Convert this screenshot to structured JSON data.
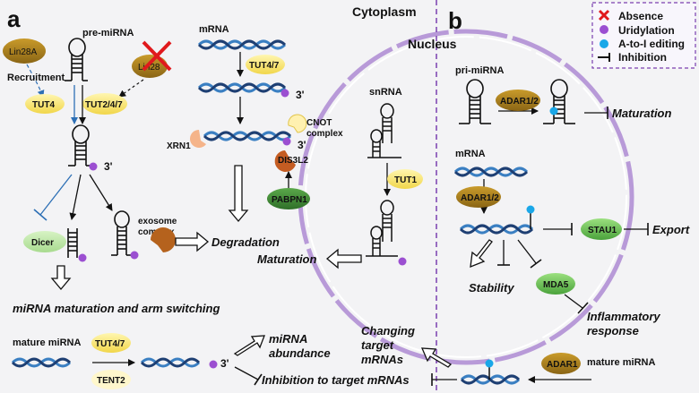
{
  "panels": {
    "a": "a",
    "b": "b"
  },
  "compartments": {
    "cytoplasm": "Cytoplasm",
    "nucleus": "Nucleus"
  },
  "legend": {
    "absence": "Absence",
    "uridylation": "Uridylation",
    "editing": "A-to-I editing",
    "inhibition": "Inhibition",
    "colors": {
      "absence": "#e0191c",
      "uridylation": "#9b4fd1",
      "editing": "#1aa7e8",
      "border": "#7b3fb0"
    }
  },
  "a": {
    "lin28a": "Lin28A",
    "pre_mirna": "pre-miRNA",
    "lin28": "Lin28",
    "recruitment": "Recruitment",
    "tut4": "TUT4",
    "tut247": "TUT2/4/7",
    "three_prime_1": "3'",
    "dicer": "Dicer",
    "exosome": "exosome complex",
    "mirna_maturation": "miRNA maturation and arm switching",
    "mrna": "mRNA",
    "tut47": "TUT4/7",
    "three_prime_2": "3'",
    "cnot": "CNOT complex",
    "xrn1": "XRN1",
    "three_prime_3": "3'",
    "dis3l2": "DIS3L2",
    "pabpn1": "PABPN1",
    "degradation": "Degradation",
    "snrna": "snRNA",
    "tut1": "TUT1",
    "maturation": "Maturation",
    "mature_mirna": "mature miRNA",
    "tut47_b": "TUT4/7",
    "tent2": "TENT2",
    "three_prime_4": "3'",
    "mirna_abundance": "miRNA abundance",
    "inhibition_target": "Inhibition to target mRNAs"
  },
  "b": {
    "pri_mirna": "pri-miRNA",
    "adar12_1": "ADAR1/2",
    "maturation": "Maturation",
    "mrna": "mRNA",
    "adar12_2": "ADAR1/2",
    "stau1": "STAU1",
    "export": "Export",
    "stability": "Stability",
    "mda5": "MDA5",
    "inflammatory": "Inflammatory response",
    "changing": "Changing target mRNAs",
    "adar1": "ADAR1",
    "mature_mirna": "mature miRNA"
  }
}
